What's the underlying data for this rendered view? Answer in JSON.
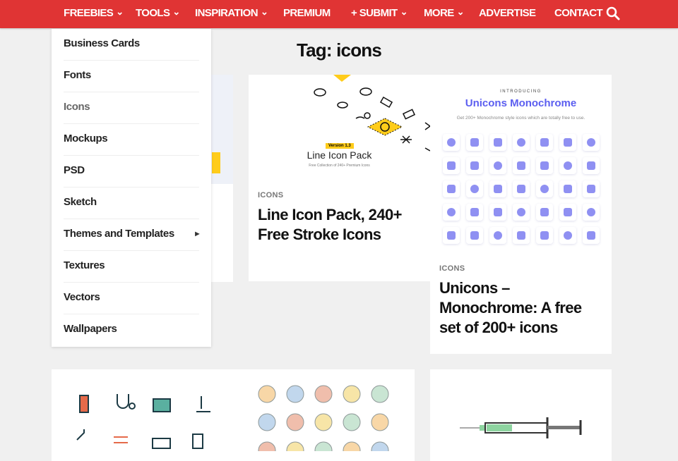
{
  "nav": {
    "items": [
      {
        "label": "FREEBIES",
        "dropdown": true
      },
      {
        "label": "TOOLS",
        "dropdown": true
      },
      {
        "label": "INSPIRATION",
        "dropdown": true
      },
      {
        "label": "PREMIUM",
        "dropdown": false
      },
      {
        "label": "+ SUBMIT",
        "dropdown": true
      },
      {
        "label": "MORE",
        "dropdown": true
      },
      {
        "label": "ADVERTISE",
        "dropdown": false
      },
      {
        "label": "CONTACT",
        "dropdown": false
      }
    ],
    "search_icon": "search-icon",
    "color": "#e03434"
  },
  "dropdown": {
    "items": [
      {
        "label": "Business Cards"
      },
      {
        "label": "Fonts"
      },
      {
        "label": "Icons",
        "active": true
      },
      {
        "label": "Mockups"
      },
      {
        "label": "PSD"
      },
      {
        "label": "Sketch"
      },
      {
        "label": "Themes and Templates",
        "submenu": true
      },
      {
        "label": "Textures"
      },
      {
        "label": "Vectors"
      },
      {
        "label": "Wallpapers"
      }
    ]
  },
  "page": {
    "title": "Tag: icons"
  },
  "posts": [
    {
      "category": "ICONS",
      "title": "Line Icon Pack, 240+ Free Stroke Icons",
      "image": {
        "badge": "Version 1.3",
        "heading": "Line Icon Pack",
        "sub": "Free Collection of 240+ Premium Icons"
      }
    },
    {
      "category": "ICONS",
      "title": "Unicons – Monochrome: A free set of 200+ icons",
      "image": {
        "kicker": "INTRODUCING",
        "heading": "Unicons Monochrome",
        "sub": "Get 200+ Monochrome style icons which are totally free to use.",
        "accent": "#5b5ef0"
      }
    }
  ]
}
